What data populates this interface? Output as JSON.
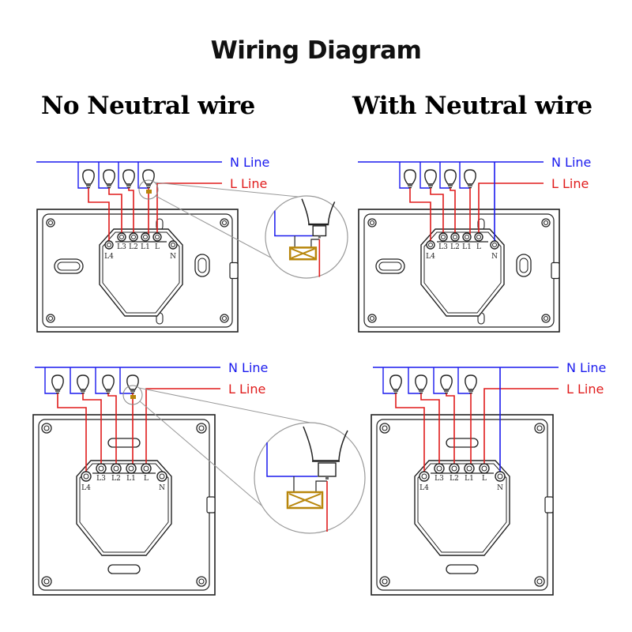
{
  "title": "Wiring Diagram",
  "sections": {
    "left": {
      "heading": "No Neutral wire"
    },
    "right": {
      "heading": "With Neutral wire"
    }
  },
  "line_labels": {
    "n_line": "N Line",
    "l_line": "L Line"
  },
  "terminals": [
    "L4",
    "L3",
    "L2",
    "L1",
    "L",
    "N"
  ],
  "colors": {
    "neutral": "#1a1aee",
    "live": "#e01c1c",
    "capacitor": "#b8860b",
    "outline": "#222222"
  },
  "diagrams": [
    {
      "id": "top-left",
      "panel": "horizontal",
      "neutral_connected": false,
      "has_zoom_inset": true
    },
    {
      "id": "top-right",
      "panel": "horizontal",
      "neutral_connected": true,
      "has_zoom_inset": false
    },
    {
      "id": "bottom-left",
      "panel": "square",
      "neutral_connected": false,
      "has_zoom_inset": true
    },
    {
      "id": "bottom-right",
      "panel": "square",
      "neutral_connected": true,
      "has_zoom_inset": false
    }
  ]
}
